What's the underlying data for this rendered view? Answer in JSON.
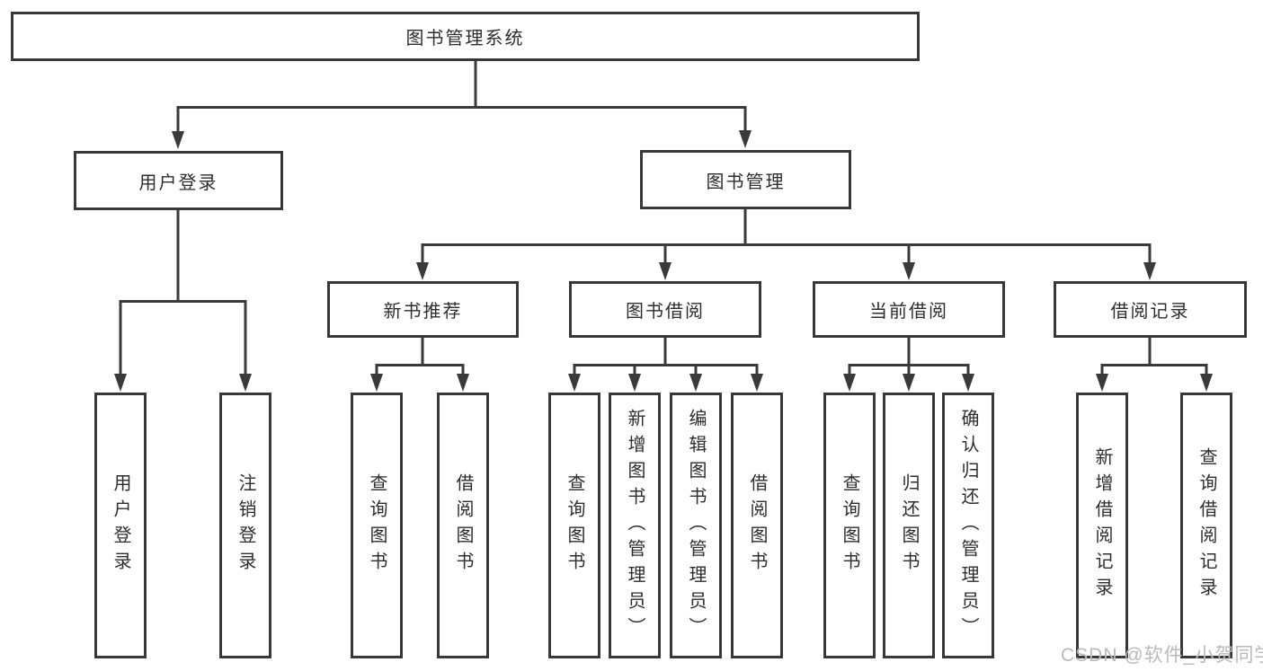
{
  "tree": {
    "root": {
      "label": "图书管理系统",
      "children": [
        {
          "label": "用户登录",
          "children": [
            {
              "label": "用户登录"
            },
            {
              "label": "注销登录"
            }
          ]
        },
        {
          "label": "图书管理",
          "children": [
            {
              "label": "新书推荐",
              "children": [
                {
                  "label": "查询图书"
                },
                {
                  "label": "借阅图书"
                }
              ]
            },
            {
              "label": "图书借阅",
              "children": [
                {
                  "label": "查询图书"
                },
                {
                  "label": "新增图书（管理员）"
                },
                {
                  "label": "编辑图书（管理员）"
                },
                {
                  "label": "借阅图书"
                }
              ]
            },
            {
              "label": "当前借阅",
              "children": [
                {
                  "label": "查询图书"
                },
                {
                  "label": "归还图书"
                },
                {
                  "label": "确认归还（管理员）"
                }
              ]
            },
            {
              "label": "借阅记录",
              "children": [
                {
                  "label": "新增借阅记录"
                },
                {
                  "label": "查询借阅记录"
                }
              ]
            }
          ]
        }
      ]
    }
  },
  "watermark": {
    "text": "CSDN @软件_小贺同学"
  },
  "colors": {
    "line": "#3a3a3a",
    "box_border": "#383838",
    "text": "#2d2d2d",
    "watermark": "#b9b9bf",
    "background": "#ffffff"
  }
}
